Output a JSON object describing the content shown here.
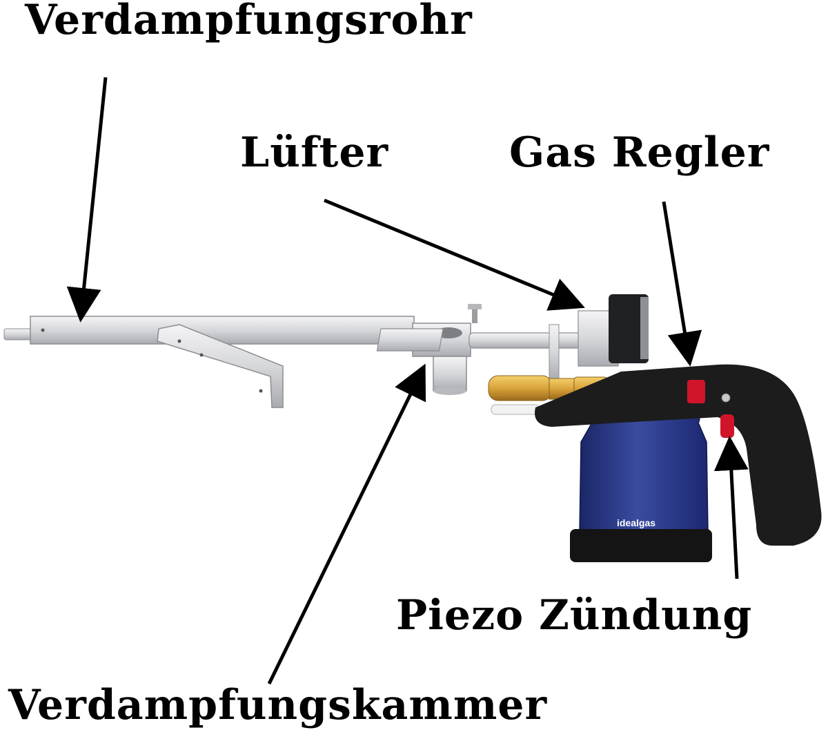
{
  "labels": {
    "vaporization_tube": "Verdampfungsrohr",
    "fan": "Lüfter",
    "gas_regulator": "Gas Regler",
    "piezo_ignition": "Piezo Zündung",
    "vaporization_chamber": "Verdampfungskammer"
  },
  "cartridge": {
    "brand": "idealgas"
  },
  "colors": {
    "aluminium": "#d9dadd",
    "brass": "#d9a33a",
    "cartridge_blue": "#2b3a86",
    "grip_black": "#1c1c1c",
    "accent_red": "#d0152a",
    "arrow": "#000000"
  }
}
